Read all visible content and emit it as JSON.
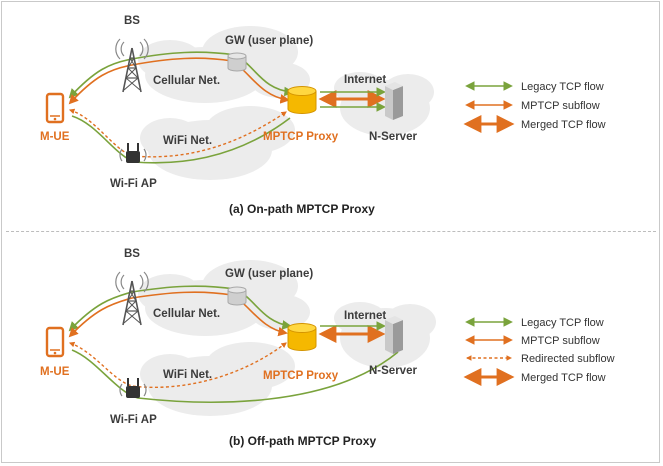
{
  "colors": {
    "legacy": "#7aa33c",
    "mptcp": "#e07020",
    "cloud": "#ececec",
    "proxy_fill": "#f5b800",
    "proxy_top": "#ffd740",
    "phone": "#e07020"
  },
  "icons": [
    "base-station-icon",
    "wifi-ap-icon",
    "phone-icon",
    "gateway-cylinder-icon",
    "proxy-cylinder-icon",
    "server-icon",
    "cloud-icon"
  ],
  "panel_a": {
    "bs": "BS",
    "gw": "GW (user plane)",
    "cellular": "Cellular Net.",
    "internet": "Internet",
    "mue": "M-UE",
    "wifi_net": "WiFi Net.",
    "proxy": "MPTCP Proxy",
    "nserver": "N-Server",
    "wifi_ap": "Wi-Fi AP",
    "caption": "(a) On-path MPTCP Proxy",
    "legend": [
      "Legacy TCP flow",
      "MPTCP subflow",
      "Merged TCP flow"
    ]
  },
  "panel_b": {
    "bs": "BS",
    "gw": "GW (user plane)",
    "cellular": "Cellular Net.",
    "internet": "Internet",
    "mue": "M-UE",
    "wifi_net": "WiFi Net.",
    "proxy": "MPTCP Proxy",
    "nserver": "N-Server",
    "wifi_ap": "Wi-Fi AP",
    "caption": "(b) Off-path MPTCP Proxy",
    "legend": [
      "Legacy TCP flow",
      "MPTCP subflow",
      "Redirected subflow",
      "Merged TCP flow"
    ]
  }
}
